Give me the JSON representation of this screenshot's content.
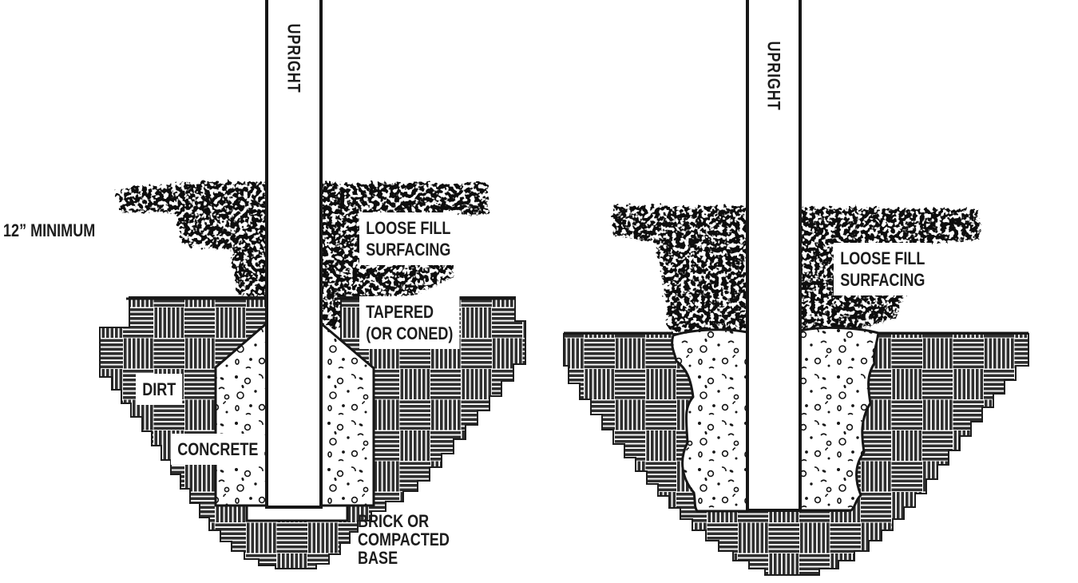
{
  "figure": {
    "description": "Two cross-section installation diagrams of play-equipment uprights set in concrete footings",
    "left_panel": {
      "depth_note": "12” MINIMUM",
      "post_label": "UPRIGHT",
      "loose_fill": [
        "LOOSE FILL",
        "SURFACING"
      ],
      "taper": [
        "TAPERED",
        "(OR CONED)"
      ],
      "soil_label": "DIRT",
      "footing_label": "CONCRETE",
      "base": [
        "BRICK OR",
        "COMPACTED",
        "BASE"
      ]
    },
    "right_panel": {
      "post_label": "UPRIGHT",
      "loose_fill": [
        "LOOSE FILL",
        "SURFACING"
      ]
    },
    "colors": {
      "ink": "#161616",
      "paper": "#ffffff",
      "dirt_stripe": "#2f2f2f",
      "loose_fill_black": "#111111"
    }
  }
}
